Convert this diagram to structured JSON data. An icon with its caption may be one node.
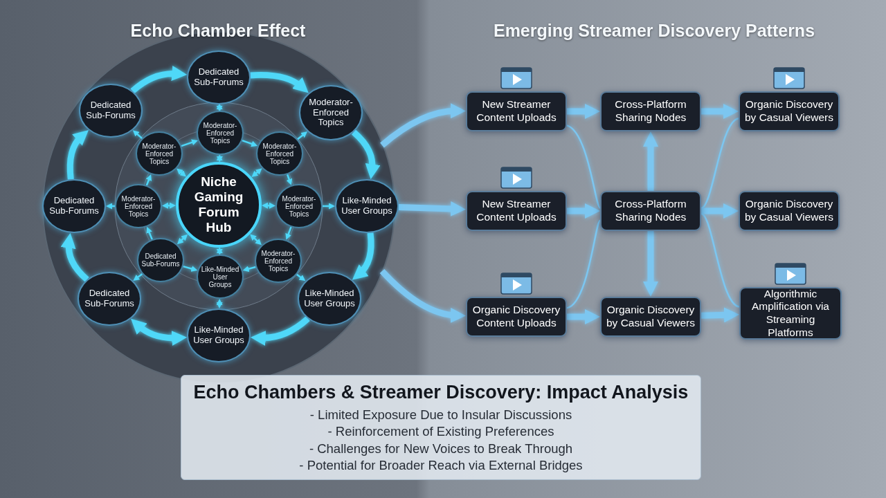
{
  "diagram": {
    "nodes": [
      {
        "text": [
          "Dedicated Sub-Forums"
        ]
      },
      {
        "text": [
          "Dedicated Sub-Forums"
        ]
      },
      {
        "text": [
          "Moderator-Enforced Topics"
        ]
      },
      {
        "text": [
          "Moderator-Enforced Topics"
        ]
      },
      {
        "text": [
          "Moderator-Enforced Topics"
        ]
      },
      {
        "text": [
          "Moderator-Enforced Topics"
        ]
      },
      {
        "text": [
          "Dedicated Sub-Forums"
        ]
      },
      {
        "text": [
          "Moderator-Enforced Topics"
        ]
      },
      {
        "text": [
          "Niche Gaming Forum Hub"
        ]
      },
      {
        "text": [
          "Moderator-Enforced Topics"
        ]
      },
      {
        "text": [
          "Like-Minded User Groups"
        ]
      },
      {
        "text": [
          "Dedicated Sub-Forums"
        ]
      },
      {
        "text": [
          "Moderator-Enforced Topics"
        ]
      },
      {
        "text": [
          "Like-Minded User Groups"
        ]
      },
      {
        "text": [
          "Dedicated Sub-Forums"
        ]
      },
      {
        "text": [
          "Like-Minded User Groups"
        ]
      },
      {
        "text": [
          "Like-Minded User Groups"
        ]
      },
      {
        "text": [
          "New Streamer Content Uploads"
        ]
      },
      {
        "text": [
          "Cross-Platform Sharing Nodes"
        ]
      },
      {
        "text": [
          "Organic Discovery by Casual Viewers"
        ]
      },
      {
        "text": [
          "New Streamer Content Uploads"
        ]
      },
      {
        "text": [
          "Cross-Platform Sharing Nodes"
        ]
      },
      {
        "text": [
          "Organic Discovery by Casual Viewers"
        ]
      },
      {
        "text": [
          "Organic Discovery Content Uploads"
        ]
      },
      {
        "text": [
          "Organic Discovery by Casual Viewers"
        ]
      },
      {
        "text": [
          "Algorithmic Amplification via Streaming Platforms"
        ]
      },
      {
        "text": [
          "Echo Chambers & Streamer Discovery: Impact Analysis",
          "- Limited Exposure Due to Insular Discussions",
          "- Reinforcement of Existing Preferences",
          "- Challenges for New Voices to Break Through",
          "- Potential for Broader Reach via External Bridges"
        ]
      }
    ],
    "edges": [
      {
        "from": 1,
        "to": 0,
        "arrow": "to",
        "style": "thick"
      },
      {
        "from": 0,
        "to": 2,
        "arrow": "to",
        "style": "thick"
      },
      {
        "from": 2,
        "to": 10,
        "arrow": "to",
        "style": "thick"
      },
      {
        "from": 10,
        "to": 15,
        "arrow": "to",
        "style": "thick"
      },
      {
        "from": 15,
        "to": 16,
        "arrow": "to",
        "style": "thick"
      },
      {
        "from": 16,
        "to": 14,
        "arrow": "both",
        "style": "thick"
      },
      {
        "from": 14,
        "to": 6,
        "arrow": "to",
        "style": "thick"
      },
      {
        "from": 6,
        "to": 1,
        "arrow": "to",
        "style": "thick"
      },
      {
        "from": 8,
        "to": 3,
        "arrow": "both"
      },
      {
        "from": 8,
        "to": 4,
        "arrow": "both"
      },
      {
        "from": 8,
        "to": 5,
        "arrow": "both"
      },
      {
        "from": 8,
        "to": 7,
        "arrow": "both"
      },
      {
        "from": 8,
        "to": 9,
        "arrow": "both"
      },
      {
        "from": 8,
        "to": 11,
        "arrow": "both"
      },
      {
        "from": 8,
        "to": 12,
        "arrow": "both"
      },
      {
        "from": 8,
        "to": 13,
        "arrow": "both"
      },
      {
        "from": 4,
        "to": 3,
        "arrow": "to"
      },
      {
        "from": 3,
        "to": 5,
        "arrow": "to"
      },
      {
        "from": 5,
        "to": 9,
        "arrow": "to"
      },
      {
        "from": 9,
        "to": 12,
        "arrow": "to"
      },
      {
        "from": 12,
        "to": 13,
        "arrow": "to"
      },
      {
        "from": 11,
        "to": 13,
        "arrow": "to"
      },
      {
        "from": 11,
        "to": 7,
        "arrow": "to"
      },
      {
        "from": 7,
        "to": 4,
        "arrow": "to"
      },
      {
        "from": 3,
        "to": 0,
        "arrow": "both"
      },
      {
        "from": 4,
        "to": 1,
        "arrow": "to"
      },
      {
        "from": 5,
        "to": 2,
        "arrow": "to"
      },
      {
        "from": 9,
        "to": 10,
        "arrow": "to"
      },
      {
        "from": 7,
        "to": 6,
        "arrow": "to"
      },
      {
        "from": 11,
        "to": 14,
        "arrow": "to"
      },
      {
        "from": 12,
        "to": 15,
        "arrow": "to"
      },
      {
        "from": 13,
        "to": 16,
        "arrow": "both"
      },
      {
        "from": null,
        "to": 17,
        "arrow": "to",
        "style": "thick",
        "color": "#7cc6f0"
      },
      {
        "from": 10,
        "to": 20,
        "arrow": "to",
        "style": "thick",
        "color": "#7cc6f0"
      },
      {
        "from": null,
        "to": 23,
        "arrow": "to",
        "style": "thick",
        "color": "#7cc6f0"
      },
      {
        "from": 17,
        "to": 18,
        "arrow": "to",
        "style": "thick",
        "color": "#7cc6f0"
      },
      {
        "from": 18,
        "to": 19,
        "arrow": "to",
        "style": "thick",
        "color": "#7cc6f0"
      },
      {
        "from": 20,
        "to": 21,
        "arrow": "to",
        "style": "thick",
        "color": "#7cc6f0"
      },
      {
        "from": 21,
        "to": 22,
        "arrow": "to",
        "style": "thick",
        "color": "#7cc6f0"
      },
      {
        "from": 23,
        "to": 24,
        "arrow": "to",
        "style": "thick",
        "color": "#7cc6f0"
      },
      {
        "from": 24,
        "to": 25,
        "arrow": "to",
        "style": "thick",
        "color": "#7cc6f0"
      },
      {
        "from": 21,
        "to": 18,
        "arrow": "to",
        "style": "thick",
        "color": "#7cc6f0"
      },
      {
        "from": 21,
        "to": 24,
        "arrow": "to",
        "style": "thick",
        "color": "#7cc6f0"
      },
      {
        "from": 17,
        "to": 21,
        "arrow": "none",
        "color": "#7cc6f0"
      },
      {
        "from": 23,
        "to": 21,
        "arrow": "none",
        "color": "#7cc6f0"
      },
      {
        "from": 21,
        "to": 19,
        "arrow": "none",
        "color": "#7cc6f0"
      },
      {
        "from": 21,
        "to": 25,
        "arrow": "none",
        "color": "#7cc6f0"
      }
    ],
    "labels": [
      "Echo Chamber Effect",
      "Emerging Streamer Discovery Patterns"
    ]
  }
}
